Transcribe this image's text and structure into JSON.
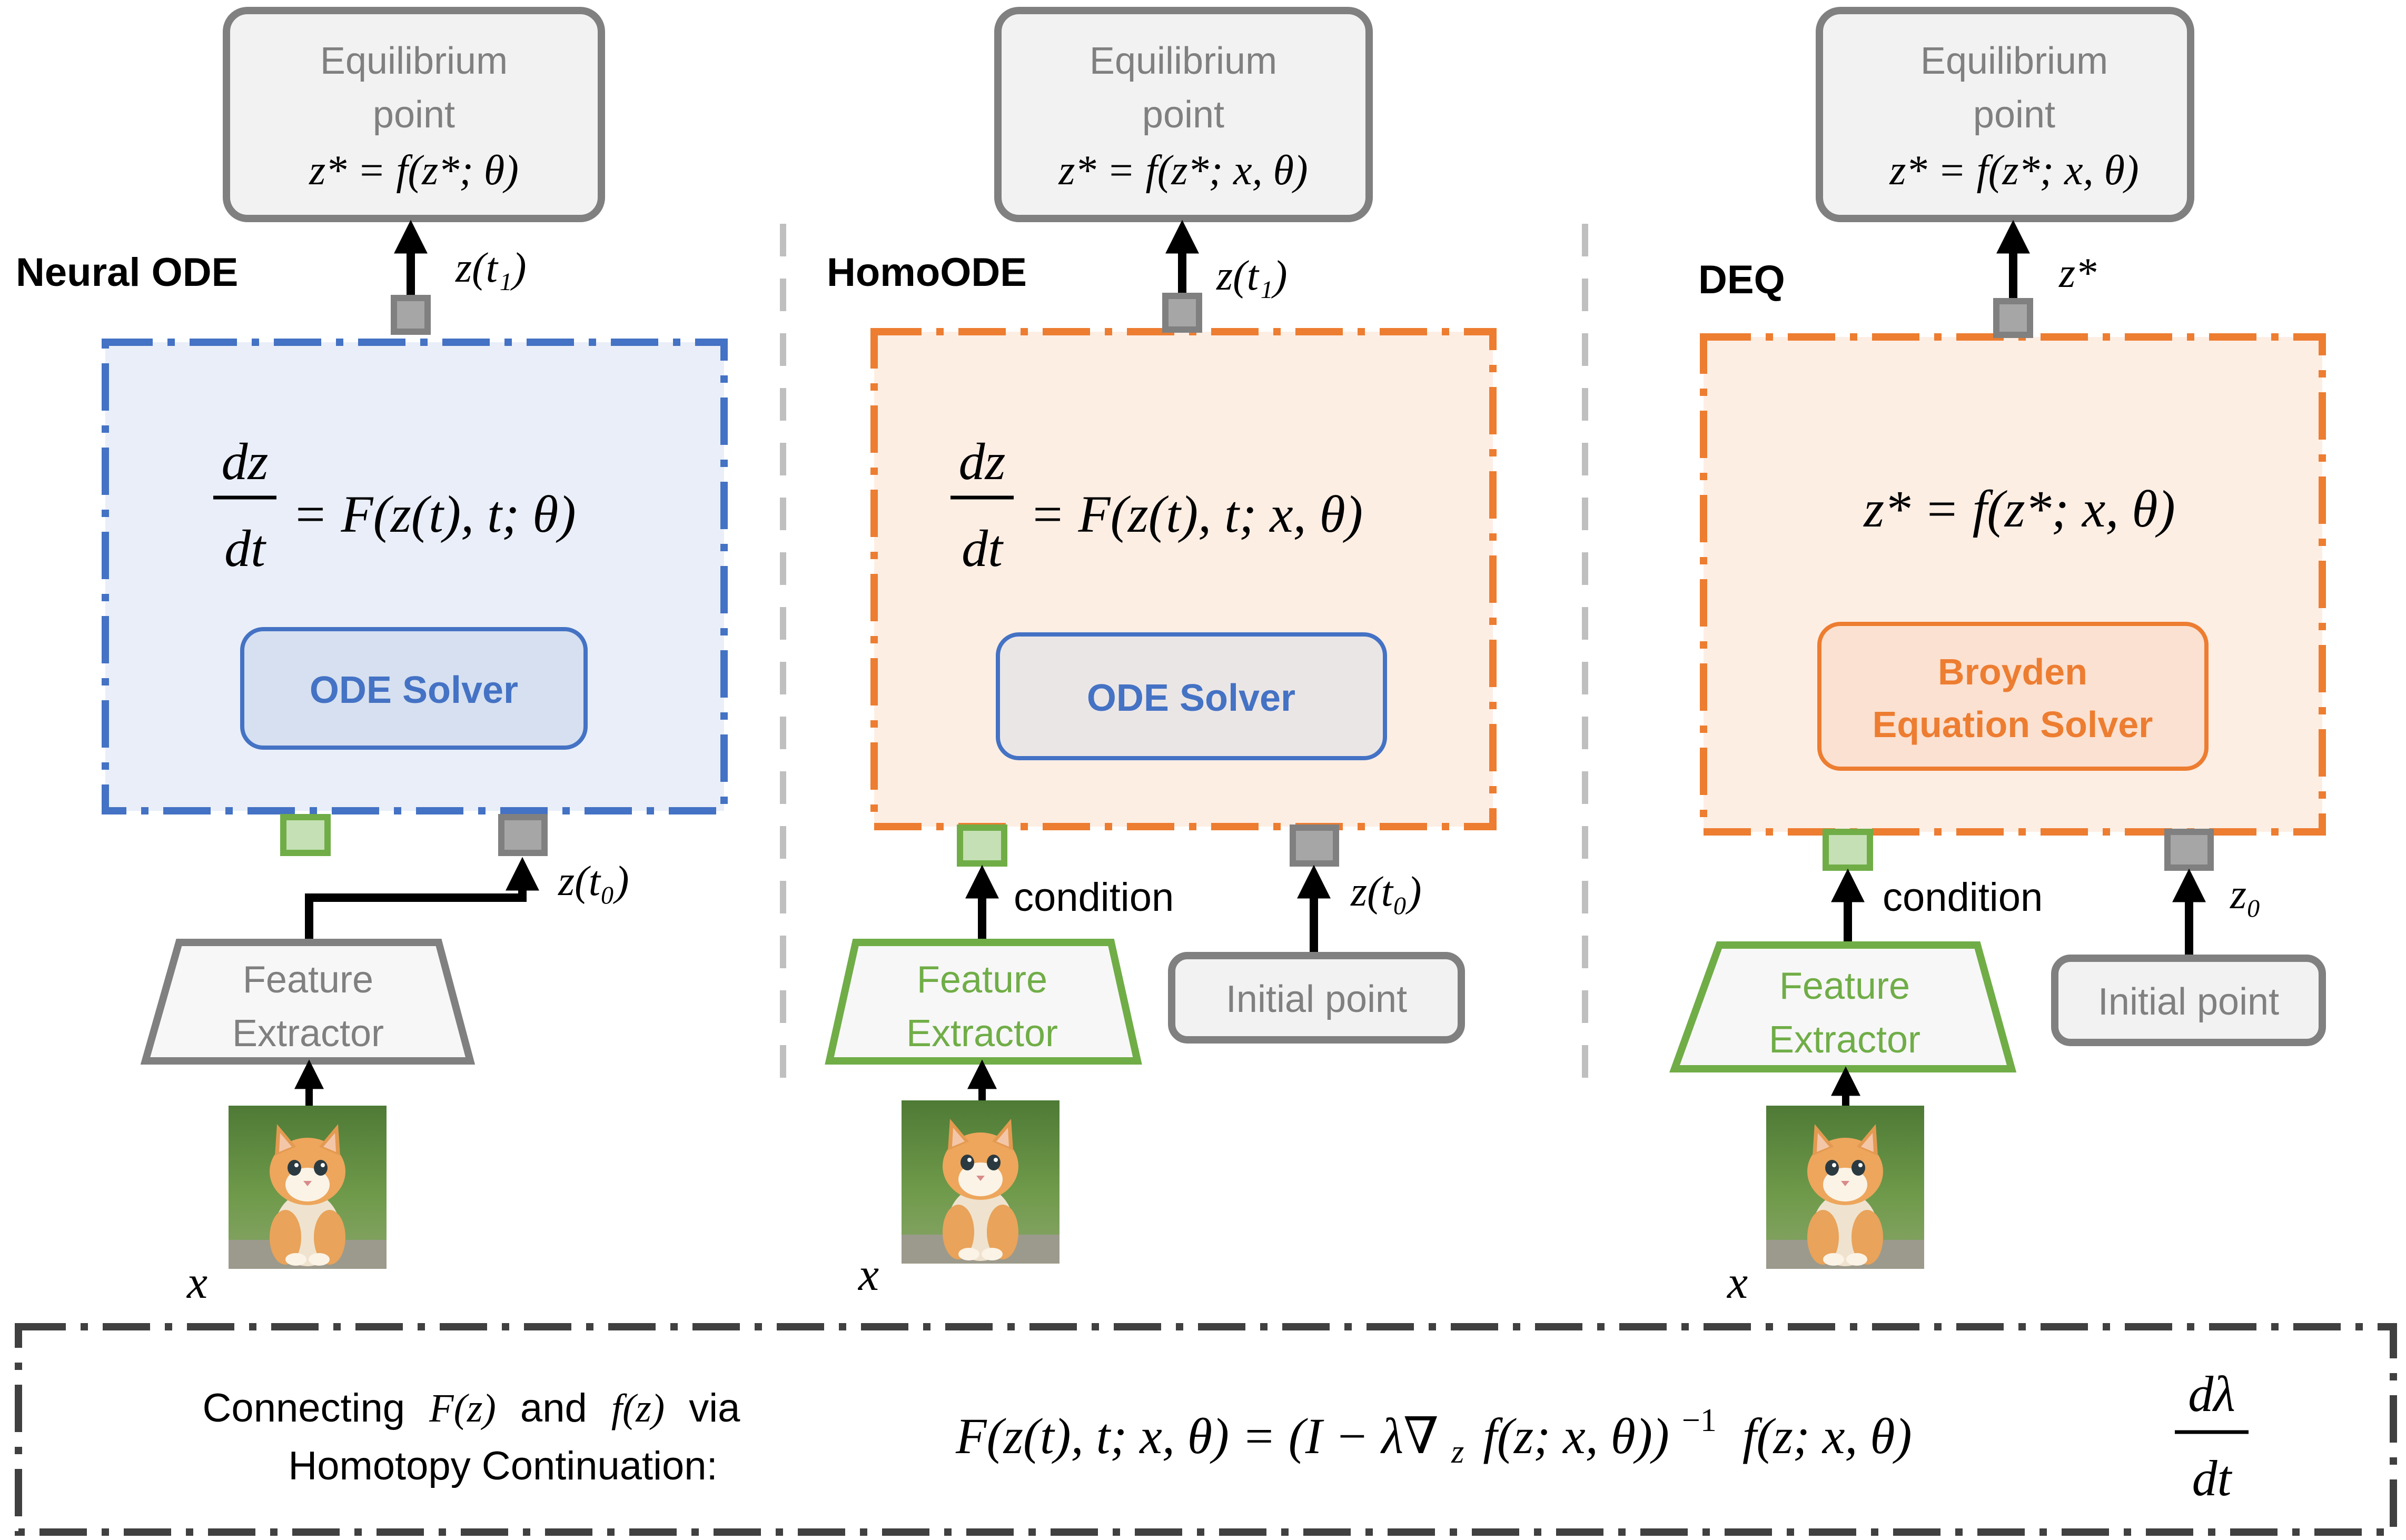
{
  "panels": [
    {
      "title": "Neural ODE",
      "equilibrium": {
        "line1": "Equilibrium",
        "line2": "point",
        "formula": "z* = f(z*; θ)"
      },
      "output_label": "z(t₁)",
      "equation": {
        "numerator": "dz",
        "denominator": "dt",
        "rhs": "= F(z(t), t; θ)"
      },
      "solver": {
        "line1": "ODE Solver",
        "line2": ""
      },
      "extractor": {
        "line1": "Feature",
        "line2": "Extractor"
      },
      "start_label": "z(t₀)",
      "input_label": "x"
    },
    {
      "title": "HomoODE",
      "equilibrium": {
        "line1": "Equilibrium",
        "line2": "point",
        "formula": "z* = f(z*; x, θ)"
      },
      "output_label": "z(t₁)",
      "equation": {
        "numerator": "dz",
        "denominator": "dt",
        "rhs": "= F(z(t), t; x, θ)"
      },
      "solver": {
        "line1": "ODE Solver",
        "line2": ""
      },
      "condition_label": "condition",
      "extractor": {
        "line1": "Feature",
        "line2": "Extractor"
      },
      "start_label": "z(t₀)",
      "initial_point": "Initial point",
      "input_label": "x"
    },
    {
      "title": "DEQ",
      "equilibrium": {
        "line1": "Equilibrium",
        "line2": "point",
        "formula": "z* = f(z*; x, θ)"
      },
      "output_label": "z*",
      "equation": {
        "formula": "z* = f(z*; x, θ)"
      },
      "solver": {
        "line1": "Broyden",
        "line2": "Equation Solver"
      },
      "condition_label": "condition",
      "extractor": {
        "line1": "Feature",
        "line2": "Extractor"
      },
      "start_label": "z₀",
      "initial_point": "Initial point",
      "input_label": "x"
    }
  ],
  "footer": {
    "text_line1_a": "Connecting",
    "math_F": "F(z)",
    "text_and": "and",
    "math_f": "f(z)",
    "text_via": "via",
    "text_line2": "Homotopy Continuation:",
    "formula_left": "F(z(t), t; x, θ) = (I − λ∇",
    "formula_sub": "z",
    "formula_mid": "f(z; x, θ))",
    "formula_sup": "−1",
    "formula_right": "f(z; x, θ)",
    "frac_num": "dλ",
    "frac_den": "dt"
  },
  "colors": {
    "blue": "#4472c4",
    "blue_fill": "#e9eef8",
    "blue_solver_fill": "#d6e0f0",
    "orange": "#ed7d31",
    "orange_fill": "#fdeee4",
    "orange_solver_fill": "#fbe1d1",
    "gray_solver_fill": "#ebe6e6",
    "green": "#70ad47",
    "green_fill": "#c5e0b4",
    "gray_border": "#808080",
    "gray_fill": "#f2f2f2",
    "port_fill": "#a6a6a6",
    "separator": "#bfbfbf",
    "footer_border": "#404040"
  },
  "icons": [
    "kitten-photo"
  ]
}
